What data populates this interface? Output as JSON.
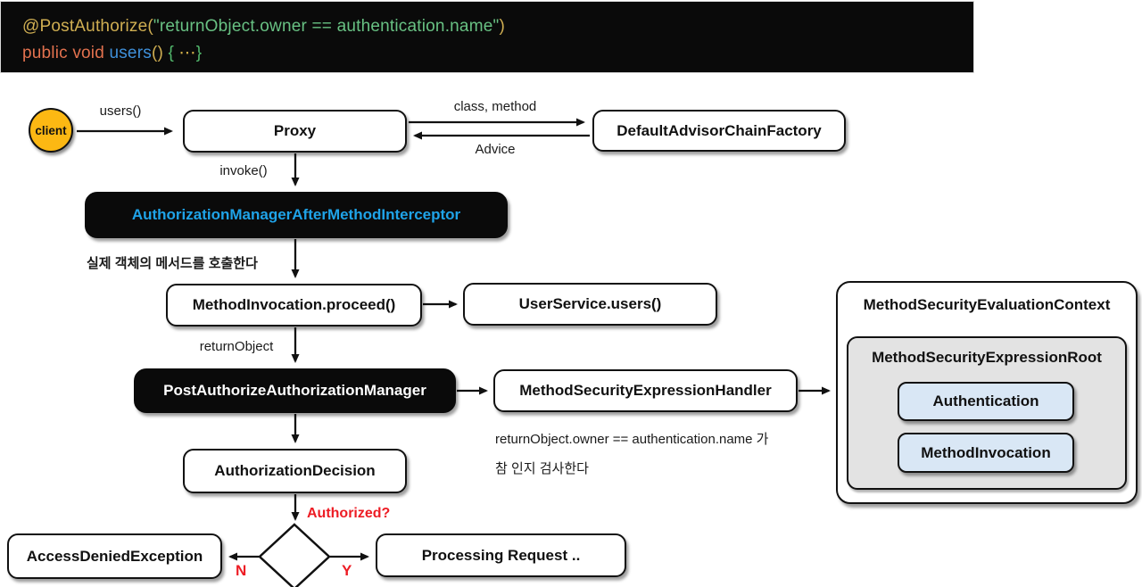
{
  "code": {
    "annotation": "@PostAuthorize(",
    "expression": "\"returnObject.owner == authentication.name\"",
    "close_paren": ")",
    "keywords": "public void ",
    "method_name": "users",
    "parens": "()",
    "brace_open": " { ",
    "ellipsis": "⋯",
    "brace_close": "}"
  },
  "nodes": {
    "client": "client",
    "proxy": "Proxy",
    "advisor_chain_factory": "DefaultAdvisorChainFactory",
    "interceptor": "AuthorizationManagerAfterMethodInterceptor",
    "method_invocation_proceed": "MethodInvocation.proceed()",
    "user_service": "UserService.users()",
    "post_authorize_manager": "PostAuthorizeAuthorizationManager",
    "expression_handler": "MethodSecurityExpressionHandler",
    "evaluation_context": "MethodSecurityEvaluationContext",
    "expression_root": "MethodSecurityExpressionRoot",
    "authentication": "Authentication",
    "method_invocation": "MethodInvocation",
    "authorization_decision": "AuthorizationDecision",
    "access_denied": "AccessDeniedException",
    "processing_request": "Processing Request .."
  },
  "edge_labels": {
    "users_call": "users()",
    "class_method": "class, method",
    "advice": "Advice",
    "invoke": "invoke()",
    "return_object": "returnObject",
    "authorized": "Authorized?",
    "no": "N",
    "yes": "Y"
  },
  "annotations": {
    "invoke_note_ko": "실제 객체의 메서드를 호출한다",
    "check_note_line1": "returnObject.owner == authentication.name 가",
    "check_note_line2": "참 인지 검사한다"
  },
  "colors": {
    "annotation_gold": "#cfae52",
    "string_green": "#68c183",
    "keyword_orange": "#e2714e",
    "method_blue": "#3f90da",
    "brace_green": "#52b96d",
    "interceptor_cyan": "#1fa3e8",
    "client_yellow": "#fcb813",
    "decision_red": "#ed1c24",
    "expression_root_gray": "#e3e3e3",
    "member_blue": "#d9e7f5",
    "code_background": "#0a0a0a"
  }
}
